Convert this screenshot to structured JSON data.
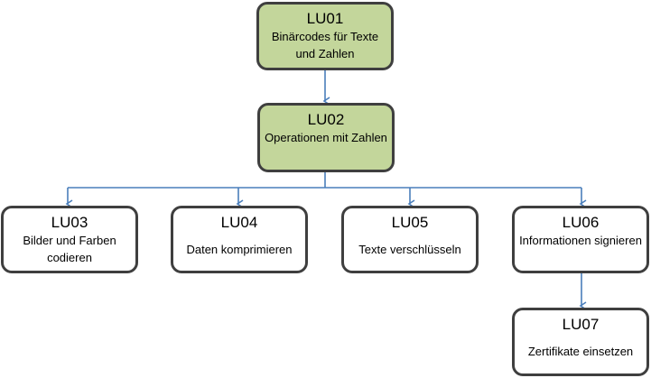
{
  "colors": {
    "top_fill": "#c3d69b",
    "border": "#3f3f3f",
    "connector": "#4a7ebb",
    "box_fill": "#ffffff"
  },
  "nodes": [
    {
      "code": "LU01",
      "text": "Binärcodes für Texte und Zahlen"
    },
    {
      "code": "LU02",
      "text": "Operationen mit Zahlen"
    },
    {
      "code": "LU03",
      "text": "Bilder und Farben codieren"
    },
    {
      "code": "LU04",
      "text": "Daten komprimieren"
    },
    {
      "code": "LU05",
      "text": "Texte verschlüsseln"
    },
    {
      "code": "LU06",
      "text": "Informationen signieren"
    },
    {
      "code": "LU07",
      "text": "Zertifikate einsetzen"
    }
  ],
  "edges": [
    [
      "LU01",
      "LU02"
    ],
    [
      "LU02",
      "LU03"
    ],
    [
      "LU02",
      "LU04"
    ],
    [
      "LU02",
      "LU05"
    ],
    [
      "LU02",
      "LU06"
    ],
    [
      "LU06",
      "LU07"
    ]
  ]
}
